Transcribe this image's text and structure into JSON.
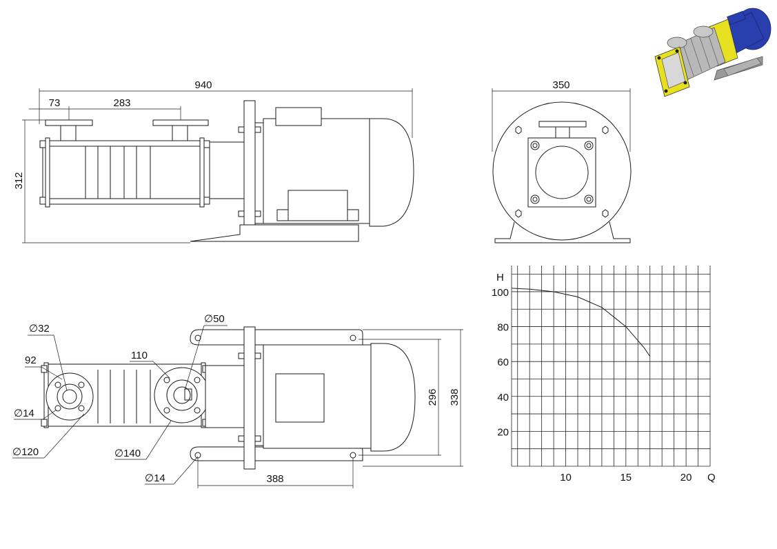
{
  "side_view": {
    "dims": {
      "overall_length": "940",
      "flange_offset": "73",
      "flange_spacing": "283",
      "height": "312"
    }
  },
  "end_view": {
    "dims": {
      "width": "350"
    }
  },
  "top_view": {
    "dims": {
      "inlet_flange_dia": "∅32",
      "pcd_small": "92",
      "hole_small": "∅14",
      "flange_small": "∅120",
      "pcd_large": "110",
      "outlet_dia": "∅50",
      "flange_large": "∅140",
      "foot_hole": "∅14",
      "foot_spacing": "388",
      "foot_inner": "296",
      "foot_outer": "338"
    }
  },
  "chart_data": {
    "type": "line",
    "xlabel": "Q",
    "ylabel": "H",
    "x_ticks": [
      "10",
      "15",
      "20"
    ],
    "y_ticks": [
      "20",
      "40",
      "60",
      "80",
      "100"
    ],
    "xlim": [
      5.5,
      22
    ],
    "ylim": [
      0,
      115
    ],
    "grid": true,
    "series": [
      {
        "x": [
          5.5,
          7,
          9,
          11,
          13,
          15,
          16.5,
          17
        ],
        "y": [
          102,
          101.5,
          100,
          97,
          91,
          80,
          68,
          63
        ]
      }
    ]
  },
  "render_3d": {
    "colors": {
      "motor": "#2a3fae",
      "flange": "#e6e020",
      "body": "#b8b8b8",
      "base": "#9a9a9a"
    }
  }
}
